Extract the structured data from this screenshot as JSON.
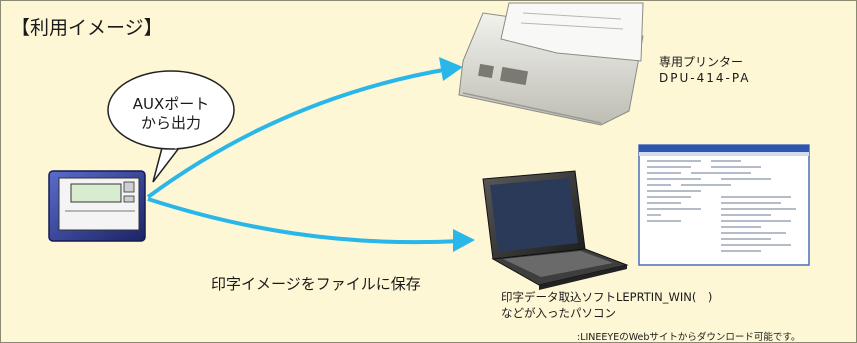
{
  "title": "【利用イメージ】",
  "callout": {
    "line1": "AUXポート",
    "line2": "から出力"
  },
  "printer": {
    "line1": "専用プリンター",
    "line2": "DPU-414-PA"
  },
  "arrow_label": "印字イメージをファイルに保存",
  "pc": {
    "line1": "印字データ取込ソフトLEPRTIN_WIN(　)",
    "line2": "などが入ったパソコン"
  },
  "footnote": ":LINEEYEのWebサイトからダウンロード可能です。",
  "colors": {
    "background": "#fdf7d5",
    "arrow": "#29b6e8",
    "device_body": "#2f3a8f"
  }
}
